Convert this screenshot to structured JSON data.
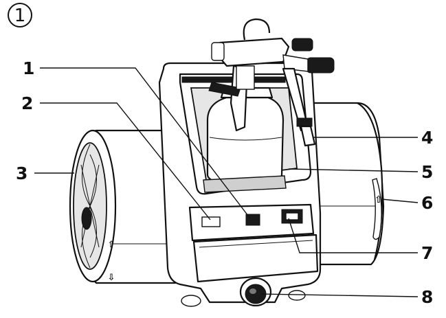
{
  "figure_number": "1",
  "callouts": [
    {
      "id": "1",
      "label": "1"
    },
    {
      "id": "2",
      "label": "2"
    },
    {
      "id": "3",
      "label": "3"
    },
    {
      "id": "4",
      "label": "4"
    },
    {
      "id": "5",
      "label": "5"
    },
    {
      "id": "6",
      "label": "6"
    },
    {
      "id": "7",
      "label": "7"
    },
    {
      "id": "8",
      "label": "8"
    }
  ],
  "device_icon": "spray-gun-cleaning-unit"
}
